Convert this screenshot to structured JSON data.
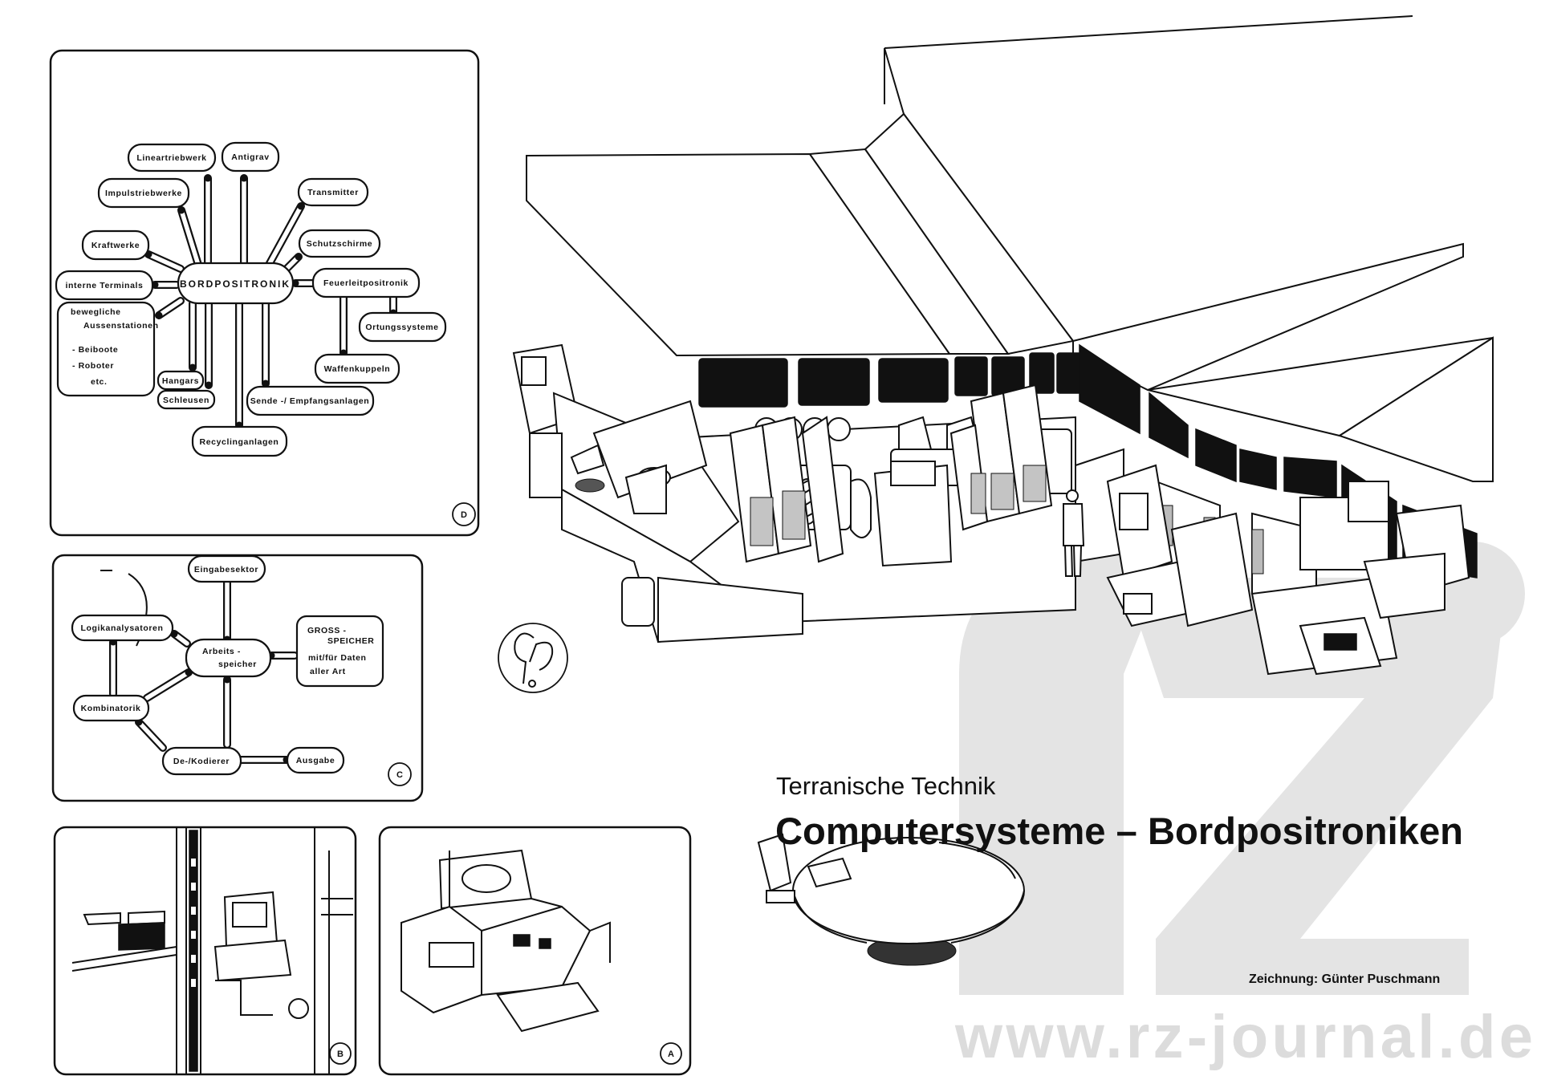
{
  "watermark": {
    "url": "www.rz-journal.de",
    "logo": "rz"
  },
  "title": {
    "kicker": "Terranische Technik",
    "main": "Computersysteme – Bordpositroniken",
    "credit": "Zeichnung: Günter Puschmann"
  },
  "signature": "GP",
  "panel_d": {
    "label": "D",
    "center": "BORDPOSITRONIK",
    "nodes": {
      "lineartriebwerk": "Lineartriebwerk",
      "antigrav": "Antigrav",
      "impulstriebwerke": "Impulstriebwerke",
      "transmitter": "Transmitter",
      "kraftwerke": "Kraftwerke",
      "schutzschirme": "Schutzschirme",
      "interne_terminals": "interne Terminals",
      "feuerleitpositronik": "Feuerleitpositronik",
      "bewegliche_1": "bewegliche",
      "bewegliche_2": "Aussenstationen",
      "bewegliche_3": "- Beiboote",
      "bewegliche_4": "- Roboter",
      "bewegliche_5": "etc.",
      "ortungssysteme": "Ortungssysteme",
      "waffenkuppeln": "Waffenkuppeln",
      "hangars": "Hangars",
      "schleusen": "Schleusen",
      "sende": "Sende -/ Empfangsanlagen",
      "recycling": "Recyclinganlagen"
    }
  },
  "panel_c": {
    "label": "C",
    "nodes": {
      "eingabesektor": "Eingabesektor",
      "logik": "Logikanalysatoren",
      "arbeits_1": "Arbeits -",
      "arbeits_2": "speicher",
      "gross_1": "GROSS -",
      "gross_2": "SPEICHER",
      "gross_3": "mit/für Daten",
      "gross_4": "aller Art",
      "kombinatorik": "Kombinatorik",
      "dekodierer": "De-/Kodierer",
      "ausgabe": "Ausgabe"
    }
  },
  "panel_b": {
    "label": "B"
  },
  "panel_a": {
    "label": "A"
  }
}
